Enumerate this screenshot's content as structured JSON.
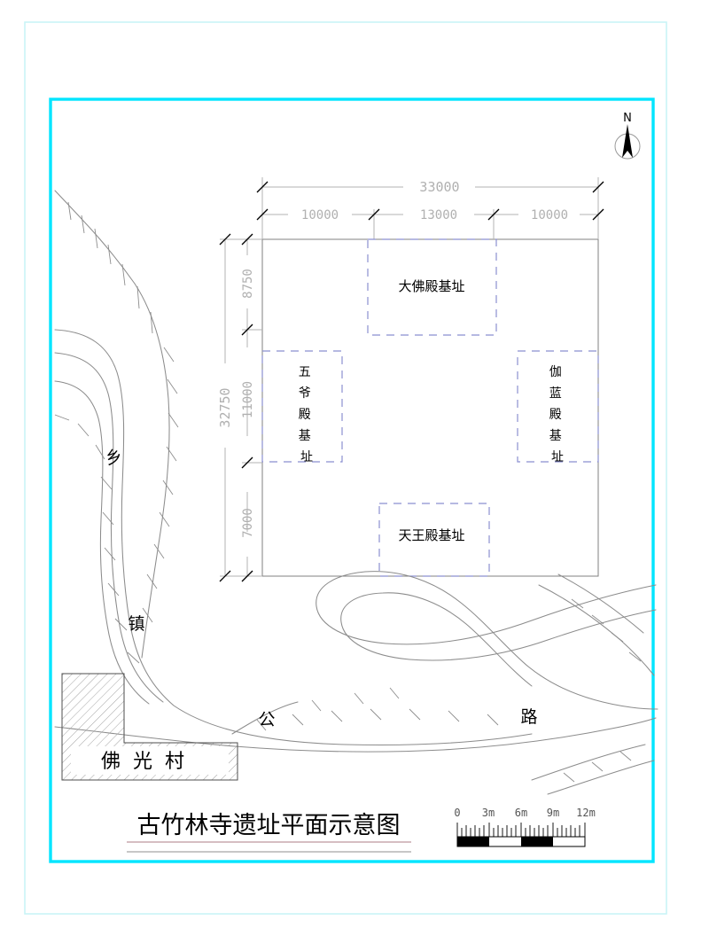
{
  "drawing": {
    "title": "古竹林寺遗址平面示意图",
    "north_label": "N"
  },
  "dimensions": {
    "horizontal_total": "33000",
    "horizontal_segments": [
      "10000",
      "13000",
      "10000"
    ],
    "vertical_total": "32750",
    "vertical_segments": [
      "8750",
      "11000",
      "7000"
    ]
  },
  "halls": [
    {
      "id": "great-buddha-hall",
      "label": "大佛殿基址",
      "orientation": "horizontal"
    },
    {
      "id": "wuye-hall",
      "label": "五爷殿基址",
      "orientation": "vertical"
    },
    {
      "id": "qielan-hall",
      "label": "伽蓝殿基址",
      "orientation": "vertical"
    },
    {
      "id": "heavenly-king-hall",
      "label": "天王殿基址",
      "orientation": "horizontal"
    }
  ],
  "map_labels": {
    "road_chars": [
      "乡",
      "镇",
      "公",
      "路"
    ],
    "village": "佛光村"
  },
  "scale_bar": {
    "ticks": [
      "0",
      "3m",
      "6m",
      "9m",
      "12m"
    ],
    "divisions": 4
  },
  "colors": {
    "frame_outer": "#c9f4f7",
    "frame_inner": "#00e5ff",
    "hall_dash": "#8b8fd0",
    "dimension_gray": "#b3b3b3",
    "site_line": "#808080",
    "terrain_line": "#8c8c8c",
    "title_rule_top": "#c9a8ad",
    "title_rule_bottom": "#8f8f8f",
    "text_black": "#000000"
  }
}
